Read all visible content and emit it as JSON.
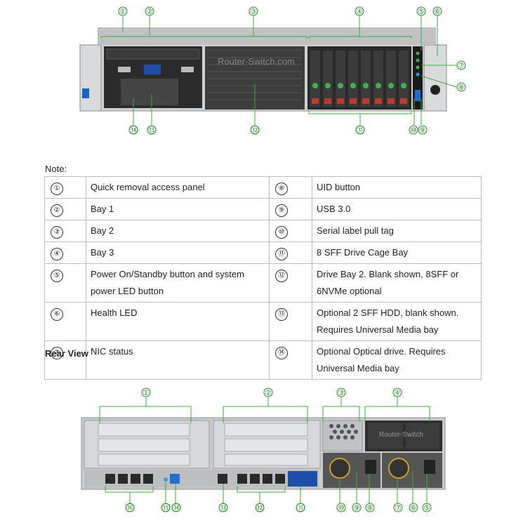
{
  "front": {
    "watermark": "Router-Switch.com",
    "callouts_top": [
      "①",
      "②",
      "③",
      "④",
      "⑤",
      "⑥"
    ],
    "callouts_right": [
      "⑦",
      "⑧"
    ],
    "callouts_bottom": [
      "⑭",
      "⑬",
      "⑫",
      "⑪",
      "⑩",
      "⑨"
    ]
  },
  "note": {
    "label": "Note:",
    "rows": [
      {
        "ln": "①",
        "lt": "Quick removal access panel",
        "rn": "⑧",
        "rt": "UID button"
      },
      {
        "ln": "②",
        "lt": "Bay 1",
        "rn": "⑨",
        "rt": "USB 3.0"
      },
      {
        "ln": "③",
        "lt": "Bay 2",
        "rn": "⑩",
        "rt": "Serial label pull tag"
      },
      {
        "ln": "④",
        "lt": "Bay 3",
        "rn": "⑪",
        "rt": "8 SFF Drive Cage Bay"
      },
      {
        "ln": "⑤",
        "lt": "Power On/Standby button and system power LED button",
        "rn": "⑫",
        "rt": "Drive Bay 2. Blank shown, 8SFF or 6NVMe optional"
      },
      {
        "ln": "⑥",
        "lt": "Health LED",
        "rn": "⑬",
        "rt": "Optional 2 SFF HDD, blank shown. Requires Universal Media bay"
      },
      {
        "ln": "⑦",
        "lt": "NIC status",
        "rn": "⑭",
        "rt": "Optional Optical drive. Requires Universal Media bay"
      }
    ]
  },
  "rear": {
    "title": "Rear View",
    "watermark": "Router-Switch",
    "callouts_top": [
      "①",
      "②",
      "③",
      "④"
    ],
    "callouts_bottom": [
      "⑯",
      "⑮",
      "⑭",
      "⑬",
      "⑫",
      "⑪",
      "⑩",
      "⑨",
      "⑧",
      "⑦",
      "⑥",
      "⑤"
    ]
  }
}
